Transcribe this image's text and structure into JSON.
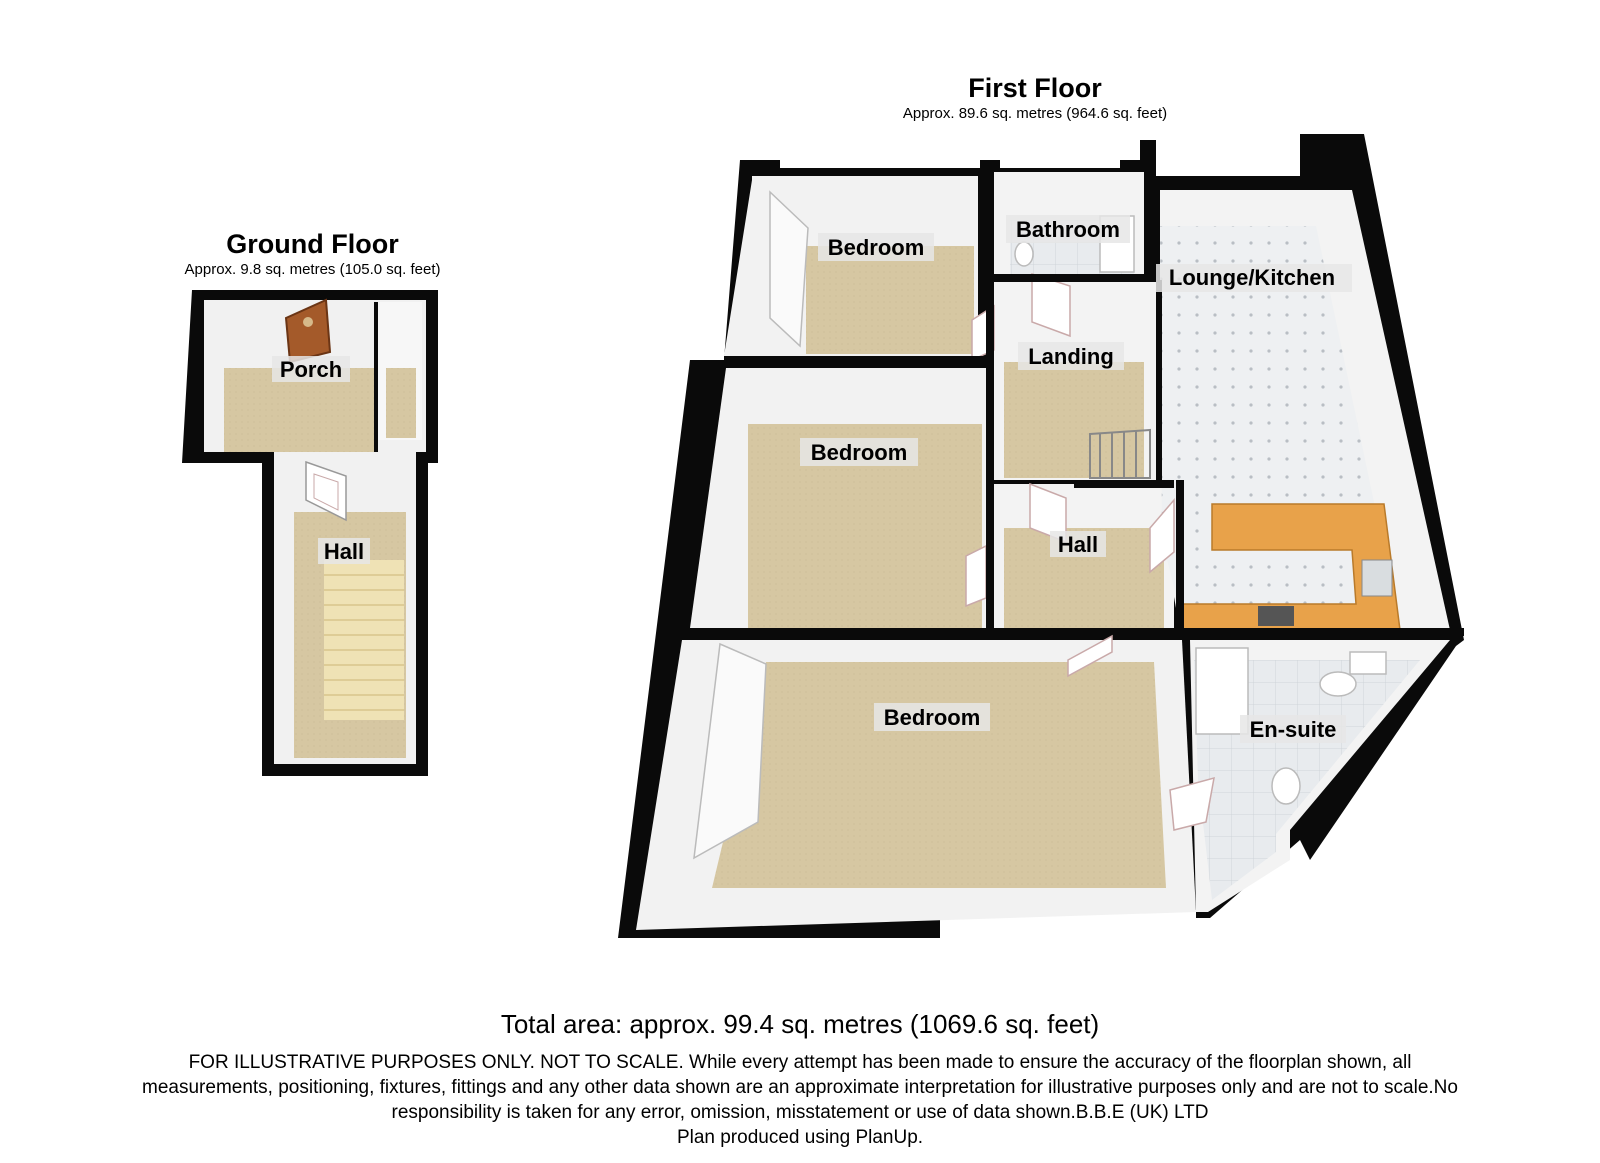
{
  "ground_floor": {
    "title": "Ground Floor",
    "area": "Approx. 9.8 sq. metres (105.0 sq. feet)",
    "rooms": [
      "Porch",
      "Hall"
    ]
  },
  "first_floor": {
    "title": "First Floor",
    "area": "Approx. 89.6 sq. metres (964.6 sq. feet)",
    "rooms": [
      "Bedroom",
      "Bathroom",
      "Lounge/Kitchen",
      "Landing",
      "Bedroom",
      "Hall",
      "Bedroom",
      "En-suite"
    ]
  },
  "footer": {
    "total_area": "Total area: approx. 99.4 sq. metres (1069.6 sq. feet)",
    "disclaimer_lines": [
      "FOR ILLUSTRATIVE PURPOSES ONLY. NOT TO SCALE. While every attempt has been made to ensure the accuracy of the floorplan shown, all",
      "measurements, positioning, fixtures, fittings and any other data shown are an approximate interpretation for illustrative purposes only and are not to scale.No",
      "responsibility is taken for any error, omission, misstatement or use of data shown.B.B.E (UK) LTD",
      "Plan produced using PlanUp."
    ]
  },
  "colors": {
    "wall": "#0a0a0a",
    "wall_inner": "#f2f2f2",
    "carpet": "#d8c9a4",
    "tile": "#e9ecef",
    "worktop": "#e8a24a",
    "door": "#a45a2a",
    "stairs": "#efe2b5"
  }
}
